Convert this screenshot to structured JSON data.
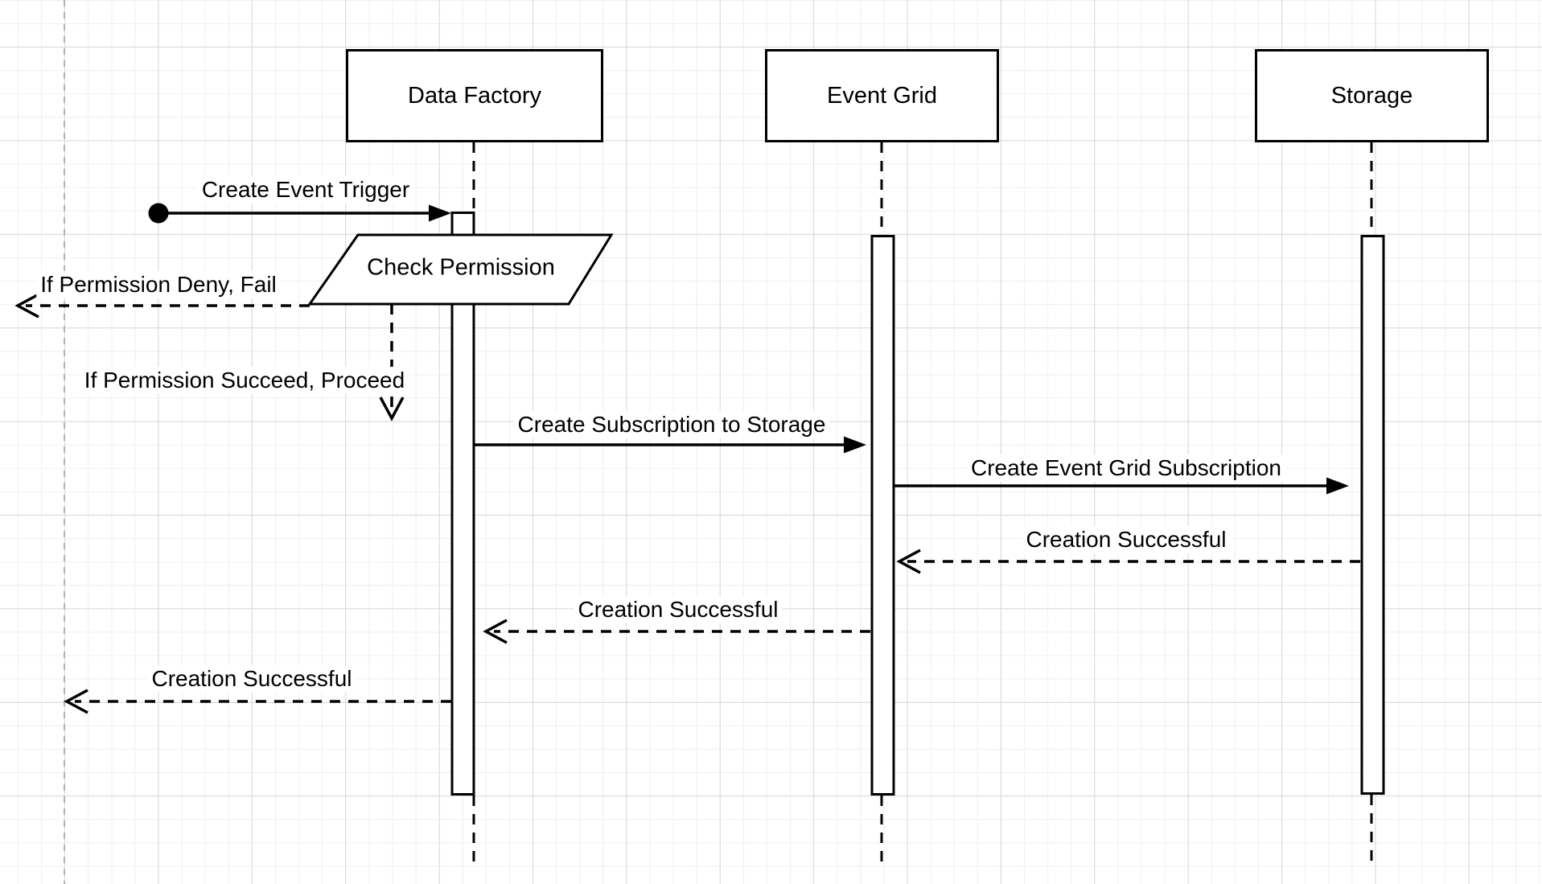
{
  "canvas": {
    "background_color": "#ffffff",
    "grid_minor_color": "#efefef",
    "grid_major_color": "#d8d8d8",
    "page_guide_color": "#b3b3b3",
    "stroke_color": "#000000",
    "shape_fill_color": "#ffffff"
  },
  "diagram": {
    "type": "uml-sequence-diagram",
    "actors": [
      {
        "id": "data-factory",
        "label": "Data Factory"
      },
      {
        "id": "event-grid",
        "label": "Event Grid"
      },
      {
        "id": "storage",
        "label": "Storage"
      }
    ],
    "process": {
      "label": "Check Permission",
      "shape": "parallelogram"
    },
    "messages": [
      {
        "label": "Create Event Trigger",
        "from": "start-point",
        "to": "data-factory",
        "line": "solid"
      },
      {
        "label": "If Permission Deny, Fail",
        "from": "data-factory",
        "to": "left-edge",
        "line": "dashed"
      },
      {
        "label": "If Permission Succeed, Proceed",
        "from": "check-permission",
        "to": "data-factory",
        "line": "dashed"
      },
      {
        "label": "Create Subscription to Storage",
        "from": "data-factory",
        "to": "event-grid",
        "line": "solid"
      },
      {
        "label": "Create Event Grid Subscription",
        "from": "event-grid",
        "to": "storage",
        "line": "solid"
      },
      {
        "label": "Creation Successful",
        "from": "storage",
        "to": "event-grid",
        "line": "dashed"
      },
      {
        "label": "Creation Successful",
        "from": "event-grid",
        "to": "data-factory",
        "line": "dashed"
      },
      {
        "label": "Creation Successful",
        "from": "data-factory",
        "to": "left-edge",
        "line": "dashed"
      }
    ]
  }
}
